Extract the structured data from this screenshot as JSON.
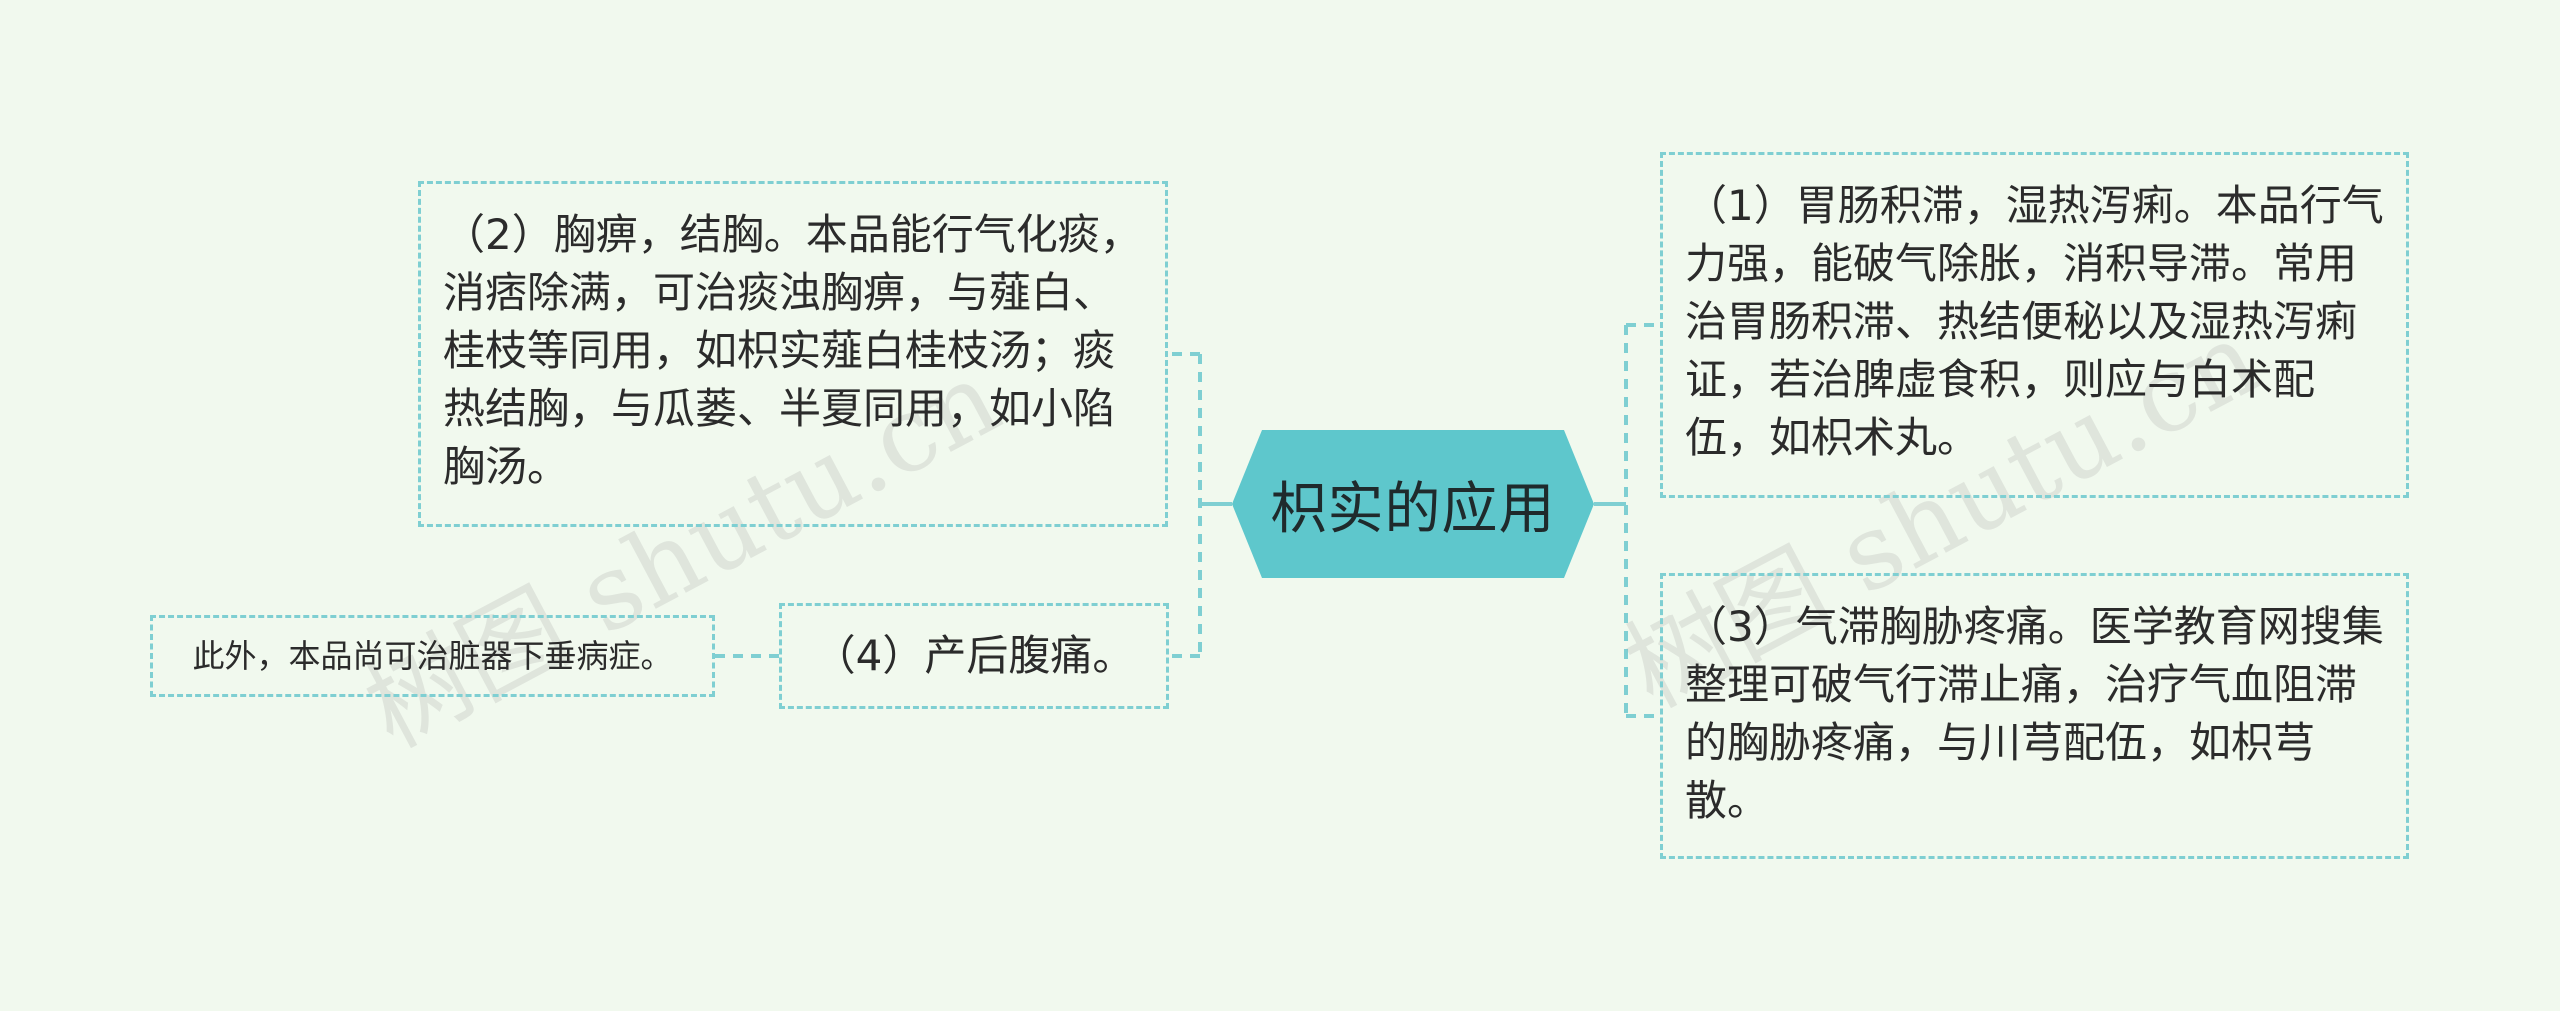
{
  "center": {
    "title": "枳实的应用"
  },
  "branches": [
    {
      "id": "item-2",
      "text": "（2）胸痹，结胸。本品能行气化痰，消痞除满，可治痰浊胸痹，与薤白、桂枝等同用，如枳实薤白桂枝汤；痰热结胸，与瓜蒌、半夏同用，如小陷胸汤。"
    },
    {
      "id": "item-4",
      "text": "（4）产后腹痛。",
      "child": "此外，本品尚可治脏器下垂病症。"
    },
    {
      "id": "item-1",
      "text": "（1）胃肠积滞，湿热泻痢。本品行气力强，能破气除胀，消积导滞。常用治胃肠积滞、热结便秘以及湿热泻痢证，若治脾虚食积，则应与白术配伍，如枳术丸。"
    },
    {
      "id": "item-3",
      "text": "（3）气滞胸胁疼痛。医学教育网搜集整理可破气行滞止痛，治疗气血阻滞的胸胁疼痛，与川芎配伍，如枳芎散。"
    }
  ],
  "watermark": {
    "text": "树图 shutu.cn"
  },
  "colors": {
    "background": "#f1f9ee",
    "center_fill": "#5ec7cc",
    "connector": "#7fcfd2",
    "border": "#7fcfd2"
  }
}
